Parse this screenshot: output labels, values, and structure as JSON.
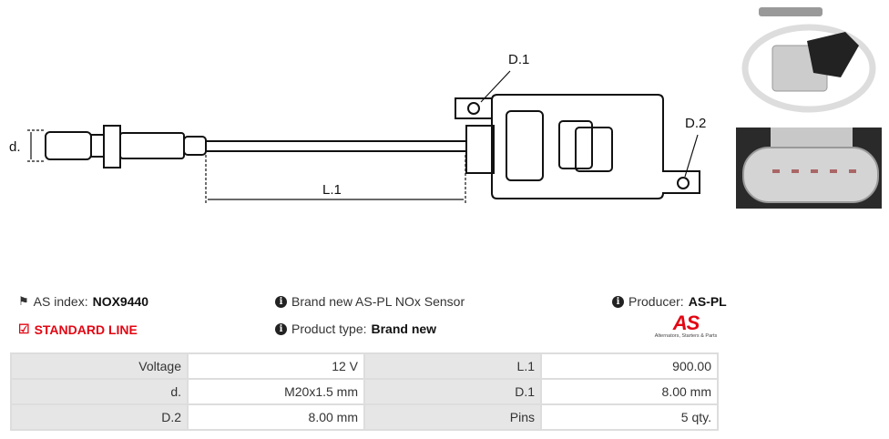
{
  "diagram": {
    "labels": {
      "d": "d.",
      "l1": "L.1",
      "d1": "D.1",
      "d2": "D.2"
    }
  },
  "info": {
    "as_index_label": "AS index:",
    "as_index_value": "NOX9440",
    "line": "STANDARD LINE",
    "description": "Brand new AS-PL NOx Sensor",
    "product_type_label": "Product type:",
    "product_type_value": "Brand new",
    "producer_label": "Producer:",
    "producer_value": "AS-PL"
  },
  "logo": {
    "mark": "AS",
    "tagline": "Alternators, Starters & Parts"
  },
  "specs": [
    [
      {
        "k": "Voltage",
        "v": "12 V"
      },
      {
        "k": "L.1",
        "v": "900.00"
      }
    ],
    [
      {
        "k": "d.",
        "v": "M20x1.5 mm"
      },
      {
        "k": "D.1",
        "v": "8.00 mm"
      }
    ],
    [
      {
        "k": "D.2",
        "v": "8.00 mm"
      },
      {
        "k": "Pins",
        "v": "5 qty."
      }
    ]
  ],
  "colors": {
    "accent": "#e30613"
  }
}
